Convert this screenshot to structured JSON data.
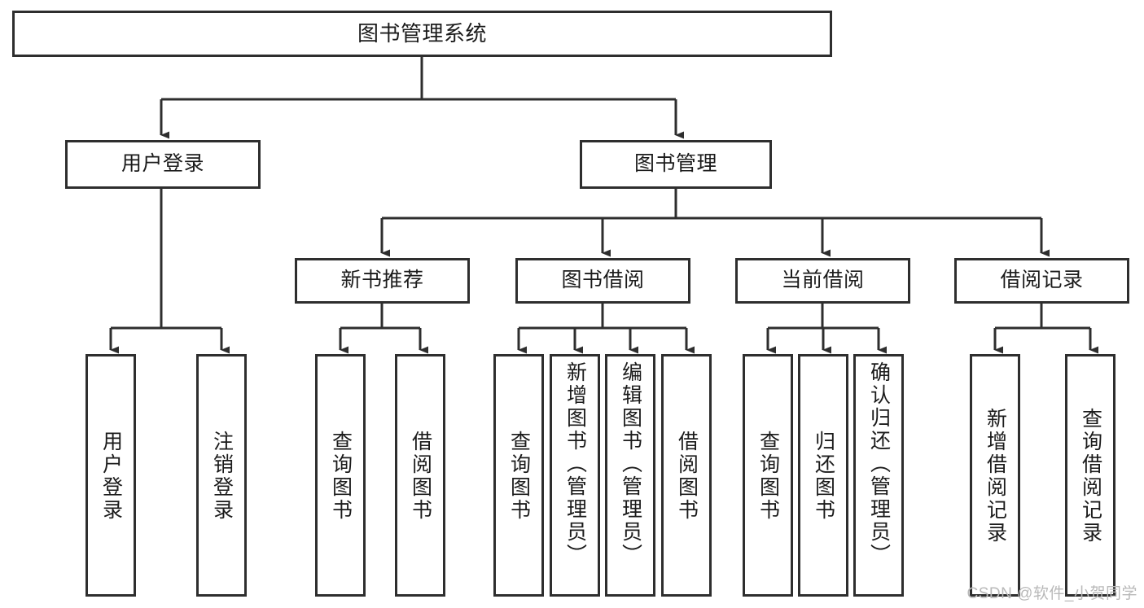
{
  "diagram": {
    "type": "tree",
    "title": "图书管理系统",
    "colors": {
      "stroke": "#2e2e2e",
      "fill": "#ffffff",
      "text": "#1b1b1b",
      "watermark": "#b9b9b9"
    },
    "watermark": "CSDN @软件_小贺同学",
    "nodes": {
      "root": {
        "label": "图书管理系统"
      },
      "level1": [
        {
          "label": "用户登录"
        },
        {
          "label": "图书管理"
        }
      ],
      "level2": [
        {
          "label": "新书推荐"
        },
        {
          "label": "图书借阅"
        },
        {
          "label": "当前借阅"
        },
        {
          "label": "借阅记录"
        }
      ],
      "leaves": {
        "user_login": [
          {
            "label": "用户登录"
          },
          {
            "label": "注销登录"
          }
        ],
        "new_book_recommend": [
          {
            "label": "查询图书"
          },
          {
            "label": "借阅图书"
          }
        ],
        "book_borrow": [
          {
            "label": "查询图书"
          },
          {
            "label": "新增图书（管理员）"
          },
          {
            "label": "编辑图书（管理员）"
          },
          {
            "label": "借阅图书"
          }
        ],
        "current_borrow": [
          {
            "label": "查询图书"
          },
          {
            "label": "归还图书"
          },
          {
            "label": "确认归还（管理员）"
          }
        ],
        "borrow_record": [
          {
            "label": "新增借阅记录"
          },
          {
            "label": "查询借阅记录"
          }
        ]
      }
    },
    "edges": [
      {
        "from": "图书管理系统",
        "to": "用户登录"
      },
      {
        "from": "图书管理系统",
        "to": "图书管理"
      },
      {
        "from": "图书管理",
        "to": "新书推荐"
      },
      {
        "from": "图书管理",
        "to": "图书借阅"
      },
      {
        "from": "图书管理",
        "to": "当前借阅"
      },
      {
        "from": "图书管理",
        "to": "借阅记录"
      },
      {
        "from": "用户登录",
        "to": "用户登录"
      },
      {
        "from": "用户登录",
        "to": "注销登录"
      },
      {
        "from": "新书推荐",
        "to": "查询图书"
      },
      {
        "from": "新书推荐",
        "to": "借阅图书"
      },
      {
        "from": "图书借阅",
        "to": "查询图书"
      },
      {
        "from": "图书借阅",
        "to": "新增图书（管理员）"
      },
      {
        "from": "图书借阅",
        "to": "编辑图书（管理员）"
      },
      {
        "from": "图书借阅",
        "to": "借阅图书"
      },
      {
        "from": "当前借阅",
        "to": "查询图书"
      },
      {
        "from": "当前借阅",
        "to": "归还图书"
      },
      {
        "from": "当前借阅",
        "to": "确认归还（管理员）"
      },
      {
        "from": "借阅记录",
        "to": "新增借阅记录"
      },
      {
        "from": "借阅记录",
        "to": "查询借阅记录"
      }
    ]
  }
}
